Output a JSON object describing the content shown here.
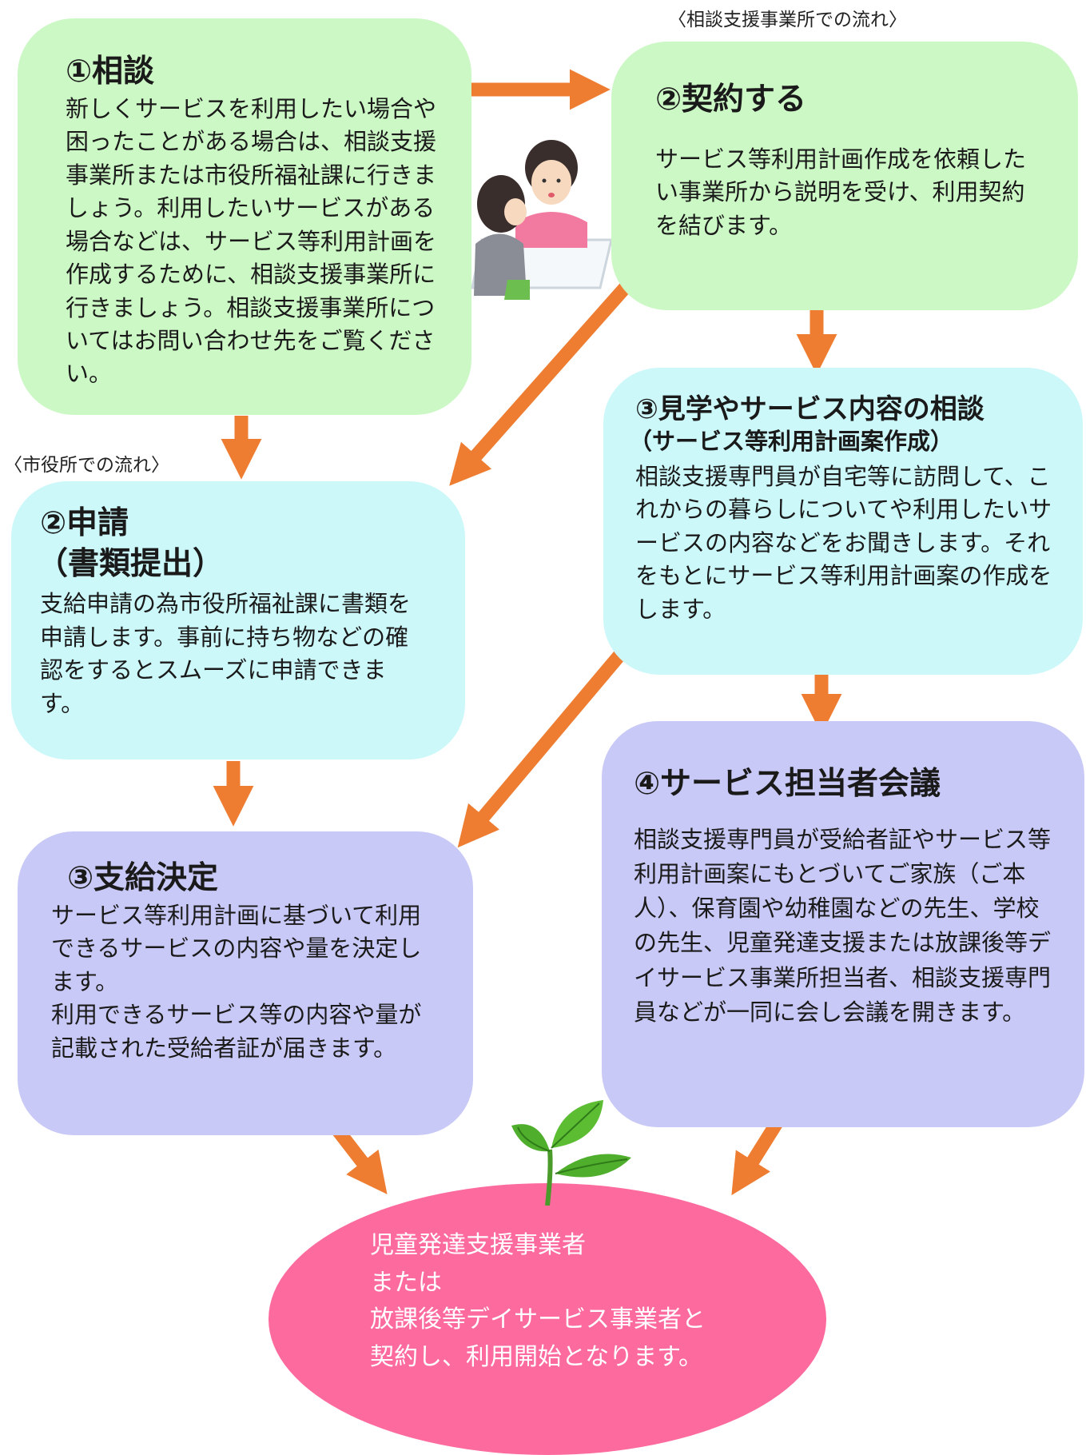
{
  "captions": {
    "office_flow": "〈相談支援事業所での流れ〉",
    "cityhall_flow": "〈市役所での流れ〉"
  },
  "step1_consult": {
    "title": "①相談",
    "body": "新しくサービスを利用したい場合や困ったことがある場合は、相談支援事業所または市役所福祉課に行きましょう。利用したいサービスがある場合などは、サービス等利用計画を作成するために、相談支援事業所に行きましょう。相談支援事業所についてはお問い合わせ先をご覧ください。"
  },
  "step2_contract": {
    "title": "②契約する",
    "body": "サービス等利用計画作成を依頼したい事業所から説明を受け、利用契約を結びます。"
  },
  "step2_apply": {
    "title": "②申請",
    "subtitle": "（書類提出）",
    "body": "支給申請の為市役所福祉課に書類を申請します。事前に持ち物などの確認をするとスムーズに申請できます。"
  },
  "step3_tour": {
    "title": "③見学やサービス内容の相談",
    "subtitle": "（サービス等利用計画案作成）",
    "body": "相談支援専門員が自宅等に訪問して、これからの暮らしについてや利用したいサービスの内容などをお聞きします。それをもとにサービス等利用計画案の作成をします。"
  },
  "step3_decision": {
    "title": "③支給決定",
    "body_lines": [
      "サービス等利用計画に基づいて利用できるサービスの内容や量を決定します。",
      "利用できるサービス等の内容や量が記載された受給者証が届きます。"
    ]
  },
  "step4_meeting": {
    "title": "④サービス担当者会議",
    "body": "相談支援専門員が受給者証やサービス等利用計画案にもとづいてご家族（ご本人）、保育園や幼稚園などの先生、学校の先生、児童発達支援または放課後等デイサービス事業所担当者、相談支援専門員などが一同に会し会議を開きます。"
  },
  "final": {
    "lines": [
      "児童発達支援事業者",
      "または",
      "放課後等デイサービス事業者と",
      "契約し、利用開始となります。"
    ]
  },
  "colors": {
    "arrow": "#ee7d31",
    "green_box": "#ccf8c5",
    "cyan_box": "#ccf8fa",
    "purple_box": "#c9c9f7",
    "final_ellipse": "#fd6a9e"
  },
  "icons": {
    "illustration": "consultation-illustration",
    "sprout": "sprout-icon"
  }
}
